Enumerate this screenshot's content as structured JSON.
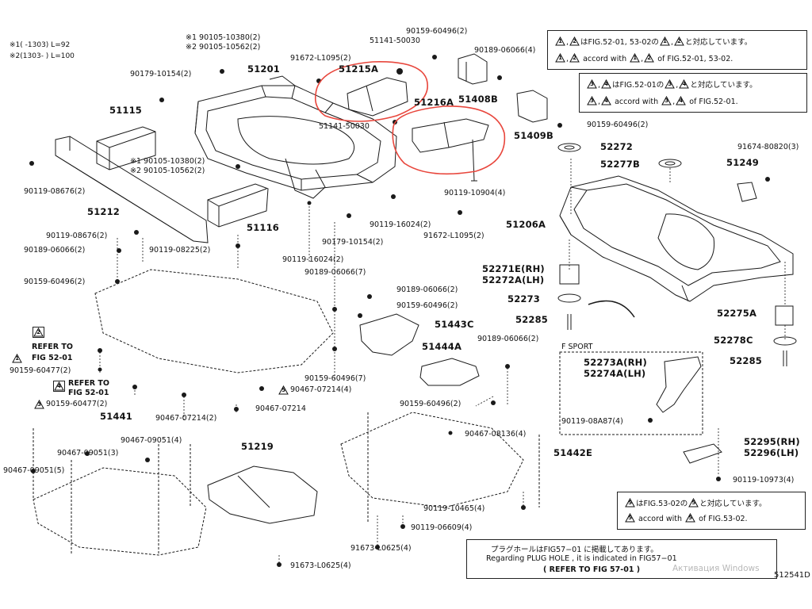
{
  "header_notes": [
    {
      "mark": "※1",
      "text": "(      -1303) L=92"
    },
    {
      "mark": "※2",
      "text": "(1303-       ) L=100"
    }
  ],
  "parts": {
    "p51201": "51201",
    "p51115": "51115",
    "p51212": "51212",
    "p51116": "51116",
    "p51215A": "51215A",
    "p51216A": "51216A",
    "p51408B": "51408B",
    "p51409B": "51409B",
    "p52272": "52272",
    "p52277B": "52277B",
    "p51249": "51249",
    "p51206A": "51206A",
    "p52271E": "52271E(RH)",
    "p52272A": "52272A(LH)",
    "p52273": "52273",
    "p52285a": "52285",
    "p52275A": "52275A",
    "p52278C": "52278C",
    "p52285b": "52285",
    "p51443C": "51443C",
    "p51444A": "51444A",
    "p51441": "51441",
    "p51219": "51219",
    "p51442E": "51442E",
    "p52273A": "52273A(RH)",
    "p52274A": "52274A(LH)",
    "p52295": "52295(RH)",
    "p52296": "52296(LH)",
    "fsport": "F SPORT"
  },
  "fasteners": {
    "f1": "※1 90105-10380(2)",
    "f2": "※2 90105-10562(2)",
    "f3": "91672-L1095(2)",
    "f4": "51141-50030",
    "f5": "90159-60496(2)",
    "f6": "90189-06066(4)",
    "f7": "90179-10154(2)",
    "f8": "51141-50030",
    "f9": "90159-60496(2)",
    "f10": "91674-80820(3)",
    "f11": "※1 90105-10380(2)",
    "f12": "※2 90105-10562(2)",
    "f13": "90119-08676(2)",
    "f14": "90119-10904(4)",
    "f15": "90119-16024(2)",
    "f16": "91672-L1095(2)",
    "f17": "90119-08676(2)",
    "f18": "90179-10154(2)",
    "f19": "90189-06066(2)",
    "f20": "90119-08225(2)",
    "f21": "90119-16024(2)",
    "f22": "90189-06066(7)",
    "f23": "90159-60496(2)",
    "f24": "90189-06066(2)",
    "f25": "90159-60496(2)",
    "f26": "90189-06066(2)",
    "f27": "90159-60477(2)",
    "f28": "90159-60477(2)",
    "f29": "90159-60496(7)",
    "f30": "90467-07214(4)",
    "f31": "90159-60496(2)",
    "f32": "90467-07214(2)",
    "f33": "90467-07214",
    "f34": "90119-08A87(4)",
    "f35": "90467-09051(4)",
    "f36": "90467-09051(3)",
    "f37": "90467-09051(5)",
    "f38": "90467-08136(4)",
    "f39": "90119-10973(4)",
    "f40": "90119-10465(4)",
    "f41": "90119-06609(4)",
    "f42": "91673-L0625(4)",
    "f43": "91673-L0625(4)"
  },
  "refs": {
    "r2_mark": "2",
    "r2_text1": "REFER TO",
    "r2_text2": "FIG 52-01",
    "r1_mark": "1",
    "r4_mark": "4",
    "r4_text1": "REFER TO",
    "r4_text2": "FIG 52-01",
    "r3_mark": "3",
    "r5_mark": "5"
  },
  "note_boxes": [
    {
      "line1_suffix": "はFIG.52-01, 53-02の",
      "line1_end": "と対応しています。",
      "line2_prefix": "accord with",
      "line2_mid": "of FIG.52-01, 53-02.",
      "m1": "1",
      "m2": "2"
    },
    {
      "line1_suffix": "はFIG.52-01の",
      "line1_end": "と対応しています。",
      "line2_prefix": "accord with",
      "line2_mid": "of FIG.52-01.",
      "m1": "3",
      "m2": "4"
    },
    {
      "line1_suffix": "はFIG.53-02の",
      "line1_end": "と対応しています。",
      "line2_prefix": "accord with",
      "line2_mid": "of FIG.53-02.",
      "m1": "5"
    }
  ],
  "footer": {
    "line1": "プラグホールはFIG57−01 に掲載してあります。",
    "line2": "Regarding PLUG HOLE , it is indicated in FIG57−01",
    "line3": "(    REFER TO FIG 57-01 )",
    "watermark": "Активация Windows",
    "figure_id": "512541D"
  },
  "colors": {
    "line": "#1a1a1a",
    "highlight": "#e8463c",
    "paper": "#ffffff"
  }
}
